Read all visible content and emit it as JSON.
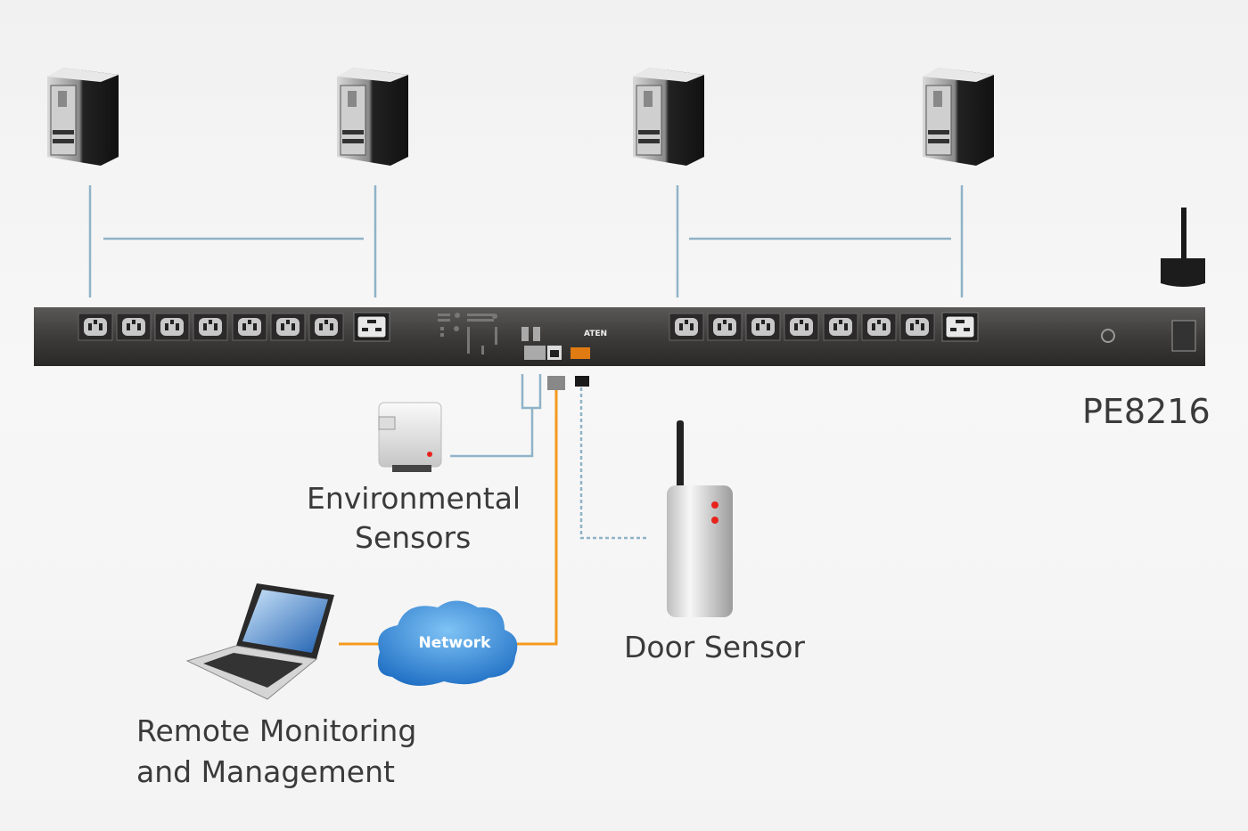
{
  "device": {
    "model": "PE8216",
    "brand_logo": "ATEN"
  },
  "labels": {
    "environmental_line1": "Environmental",
    "environmental_line2": "Sensors",
    "door_sensor": "Door Sensor",
    "remote_line1": "Remote Monitoring",
    "remote_line2": "and Management",
    "network": "Network"
  },
  "colors": {
    "link_blue": "#8fb3c8",
    "network_orange": "#f39a1e",
    "cloud_blue": "#2f86d6",
    "pdu_body": "#3d3b3a",
    "sensor_led": "#e8231c"
  }
}
